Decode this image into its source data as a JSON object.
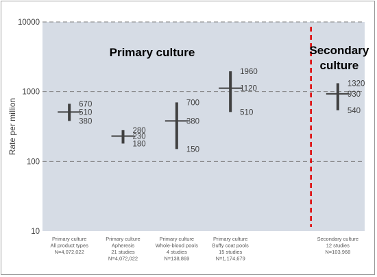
{
  "chart_data": {
    "type": "scatter",
    "ylabel": "Rate per million",
    "yscale": "log",
    "ylim": [
      10,
      10000
    ],
    "yticks": [
      10,
      100,
      1000,
      10000
    ],
    "ytick_labels": [
      "10",
      "100",
      "1000",
      "10000"
    ],
    "grid": "dashed horizontal at each decade",
    "regions": [
      {
        "label": "Primary culture"
      },
      {
        "label": "Secondary culture"
      }
    ],
    "categories": [
      {
        "lines": [
          "Primary culture",
          "All product types",
          "N=4,072,022"
        ],
        "estimate": 510,
        "low": 380,
        "high": 670
      },
      {
        "lines": [
          "Primary culture",
          "Apheresis",
          "21 studies",
          "N=4,072,022"
        ],
        "estimate": 230,
        "low": 180,
        "high": 280
      },
      {
        "lines": [
          "Primary culture",
          "Whole-blood pools",
          "4 studies",
          "N=138,869"
        ],
        "estimate": 380,
        "low": 150,
        "high": 700
      },
      {
        "lines": [
          "Primary culture",
          "Buffy coat pools",
          "15 studies",
          "N=1,174,679"
        ],
        "estimate": 1120,
        "low": 510,
        "high": 1960
      },
      {
        "lines": [],
        "estimate": null,
        "low": null,
        "high": null
      },
      {
        "lines": [
          "Secondary culture",
          "12 studies",
          "N=103,968"
        ],
        "estimate": 930,
        "low": 540,
        "high": 1320
      }
    ],
    "value_labels": [
      {
        "high": "670",
        "estimate": "510",
        "low": "380"
      },
      {
        "high": "280",
        "estimate": "230",
        "low": "180"
      },
      {
        "high": "700",
        "estimate": "380",
        "low": "150"
      },
      {
        "high": "1960",
        "estimate": "1120",
        "low": "510"
      },
      null,
      {
        "high": "1320",
        "estimate": "930",
        "low": "540"
      }
    ],
    "divider_after_category": 5,
    "colors": {
      "plot_background": "#d6dce5",
      "marker": "#404040",
      "divider": "#e00000",
      "grid": "#7f7f7f"
    }
  }
}
